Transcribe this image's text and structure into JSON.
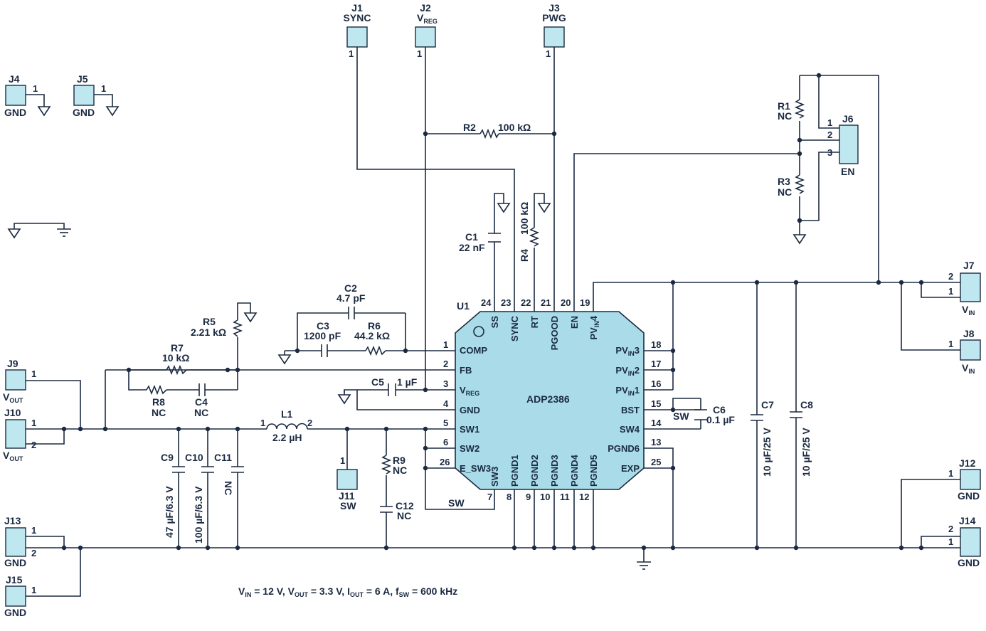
{
  "connectors": {
    "J1": {
      "ref": "J1",
      "name": "SYNC",
      "pin": "1"
    },
    "J2": {
      "ref": "J2",
      "name": "V",
      "sub": "REG",
      "pin": "1"
    },
    "J3": {
      "ref": "J3",
      "name": "PWG",
      "pin": "1"
    },
    "J4": {
      "ref": "J4",
      "name": "GND",
      "pin": "1"
    },
    "J5": {
      "ref": "J5",
      "name": "GND",
      "pin": "1"
    },
    "J6": {
      "ref": "J6",
      "name": "EN",
      "pins": [
        "1",
        "2",
        "3"
      ]
    },
    "J7": {
      "ref": "J7",
      "name": "V",
      "sub": "IN",
      "pins": [
        "2",
        "1"
      ]
    },
    "J8": {
      "ref": "J8",
      "name": "V",
      "sub": "IN",
      "pin": "1"
    },
    "J9": {
      "ref": "J9",
      "name": "V",
      "sub": "OUT",
      "pin": "1"
    },
    "J10": {
      "ref": "J10",
      "name": "V",
      "sub": "OUT",
      "pins": [
        "1",
        "2"
      ]
    },
    "J11": {
      "ref": "J11",
      "name": "SW",
      "pin": "1"
    },
    "J12": {
      "ref": "J12",
      "name": "GND",
      "pin": "1"
    },
    "J13": {
      "ref": "J13",
      "name": "GND",
      "pins": [
        "1",
        "2"
      ]
    },
    "J14": {
      "ref": "J14",
      "name": "GND",
      "pins": [
        "2",
        "1"
      ]
    },
    "J15": {
      "ref": "J15",
      "name": "GND",
      "pin": "1"
    }
  },
  "components": {
    "R1": {
      "ref": "R1",
      "value": "NC"
    },
    "R2": {
      "ref": "R2",
      "value": "100 kΩ"
    },
    "R3": {
      "ref": "R3",
      "value": "NC"
    },
    "R4": {
      "ref": "R4",
      "value": "100 kΩ"
    },
    "R5": {
      "ref": "R5",
      "value": "2.21 kΩ"
    },
    "R6": {
      "ref": "R6",
      "value": "44.2 kΩ"
    },
    "R7": {
      "ref": "R7",
      "value": "10 kΩ"
    },
    "R8": {
      "ref": "R8",
      "value": "NC"
    },
    "R9": {
      "ref": "R9",
      "value": "NC"
    },
    "C1": {
      "ref": "C1",
      "value": "22 nF"
    },
    "C2": {
      "ref": "C2",
      "value": "4.7 pF"
    },
    "C3": {
      "ref": "C3",
      "value": "1200 pF"
    },
    "C4": {
      "ref": "C4",
      "value": "NC"
    },
    "C5": {
      "ref": "C5",
      "value": "1 µF"
    },
    "C6": {
      "ref": "C6",
      "value": "0.1 µF"
    },
    "C7": {
      "ref": "C7",
      "value": "10 µF/25 V"
    },
    "C8": {
      "ref": "C8",
      "value": "10 µF/25 V"
    },
    "C9": {
      "ref": "C9",
      "value": "47 µF/6.3 V"
    },
    "C10": {
      "ref": "C10",
      "value": "100 µF/6.3 V"
    },
    "C11": {
      "ref": "C11",
      "value": "NC"
    },
    "C12": {
      "ref": "C12",
      "value": "NC"
    },
    "L1": {
      "ref": "L1",
      "value": "2.2 µH",
      "pins": [
        "1",
        "2"
      ]
    }
  },
  "chip": {
    "ref": "U1",
    "part": "ADP2386",
    "left_pins": [
      {
        "num": "1",
        "name": "COMP"
      },
      {
        "num": "2",
        "name": "FB"
      },
      {
        "num": "3",
        "name": "V",
        "sub": "REG"
      },
      {
        "num": "4",
        "name": "GND"
      },
      {
        "num": "5",
        "name": "SW1"
      },
      {
        "num": "6",
        "name": "SW2"
      },
      {
        "num": "26",
        "name": "E_SW3"
      }
    ],
    "top_pins": [
      {
        "num": "24",
        "name": "SS"
      },
      {
        "num": "23",
        "name": "SYNC"
      },
      {
        "num": "22",
        "name": "RT"
      },
      {
        "num": "21",
        "name": "PGOOD"
      },
      {
        "num": "20",
        "name": "EN"
      },
      {
        "num": "19",
        "name": "PV",
        "sub": "IN",
        "suffix": "4"
      }
    ],
    "right_pins": [
      {
        "num": "18",
        "name": "PV",
        "sub": "IN",
        "suffix": "3"
      },
      {
        "num": "17",
        "name": "PV",
        "sub": "IN",
        "suffix": "2"
      },
      {
        "num": "16",
        "name": "PV",
        "sub": "IN",
        "suffix": "1"
      },
      {
        "num": "15",
        "name": "BST"
      },
      {
        "num": "14",
        "name": "SW4"
      },
      {
        "num": "13",
        "name": "PGND6"
      },
      {
        "num": "25",
        "name": "EXP"
      }
    ],
    "bottom_pins": [
      {
        "num": "7",
        "name": "SW3"
      },
      {
        "num": "8",
        "name": "PGND1"
      },
      {
        "num": "9",
        "name": "PGND2"
      },
      {
        "num": "10",
        "name": "PGND3"
      },
      {
        "num": "11",
        "name": "PGND4"
      },
      {
        "num": "12",
        "name": "PGND5"
      }
    ]
  },
  "net_labels": {
    "sw_bst": "SW",
    "sw_bottom": "SW"
  },
  "conditions": {
    "vin": "V",
    "vin_sub": "IN",
    "vin_val": " = 12 V, ",
    "vout": "V",
    "vout_sub": "OUT",
    "vout_val": " = 3.3 V, ",
    "iout": "I",
    "iout_sub": "OUT",
    "iout_val": " = 6 A, ",
    "fsw": "f",
    "fsw_sub": "SW",
    "fsw_val": " = 600 kHz"
  },
  "colors": {
    "wire": "#1b2a41",
    "chip_fill": "#a9dce8",
    "connector_fill": "#bfe7f0"
  }
}
